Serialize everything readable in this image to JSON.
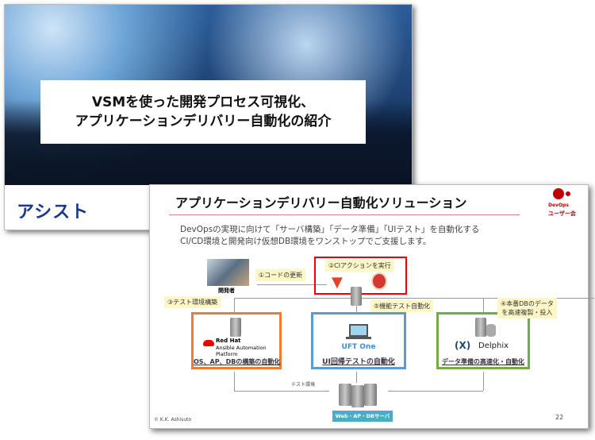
{
  "back_slide": {
    "title_line1": "VSMを使った開発プロセス可視化、",
    "title_line2": "アプリケーションデリバリー自動化の紹介",
    "logo": "アシスト"
  },
  "front_slide": {
    "title": "アプリケーションデリバリー自動化ソリューション",
    "badge": {
      "line1": "DevOps",
      "line2": "ユーザー会"
    },
    "intro_line1": "DevOpsの実現に向けて「サーバ構築」「データ準備」「UIテスト」を自動化する",
    "intro_line2": "CI/CD環境と開発向け仮想DB環境をワンストップでご支援します。",
    "developer_label": "開発者",
    "step1": "①コードの更新",
    "step2": "②CIアクションを実行",
    "step3": "③テスト環境構築",
    "step4_line1": "④本番DBのデータ",
    "step4_line2": "を高速複製・投入",
    "step5": "⑤機能テスト自動化",
    "redhat": {
      "brand": "Red Hat",
      "product_line1": "Ansible Automation",
      "product_line2": "Platform",
      "caption": "OS、AP、DBの構築の自動化"
    },
    "uft": {
      "brand": "UFT One",
      "caption": "UI回帰テストの自動化"
    },
    "delphix": {
      "brand": "Delphix",
      "caption": "データ準備の高速化・自動化"
    },
    "test_env_label": "テスト環境",
    "server_label": "Web・AP・DBサーバ",
    "copyright": "© K.K. Ashisuto",
    "page_number": "22"
  }
}
